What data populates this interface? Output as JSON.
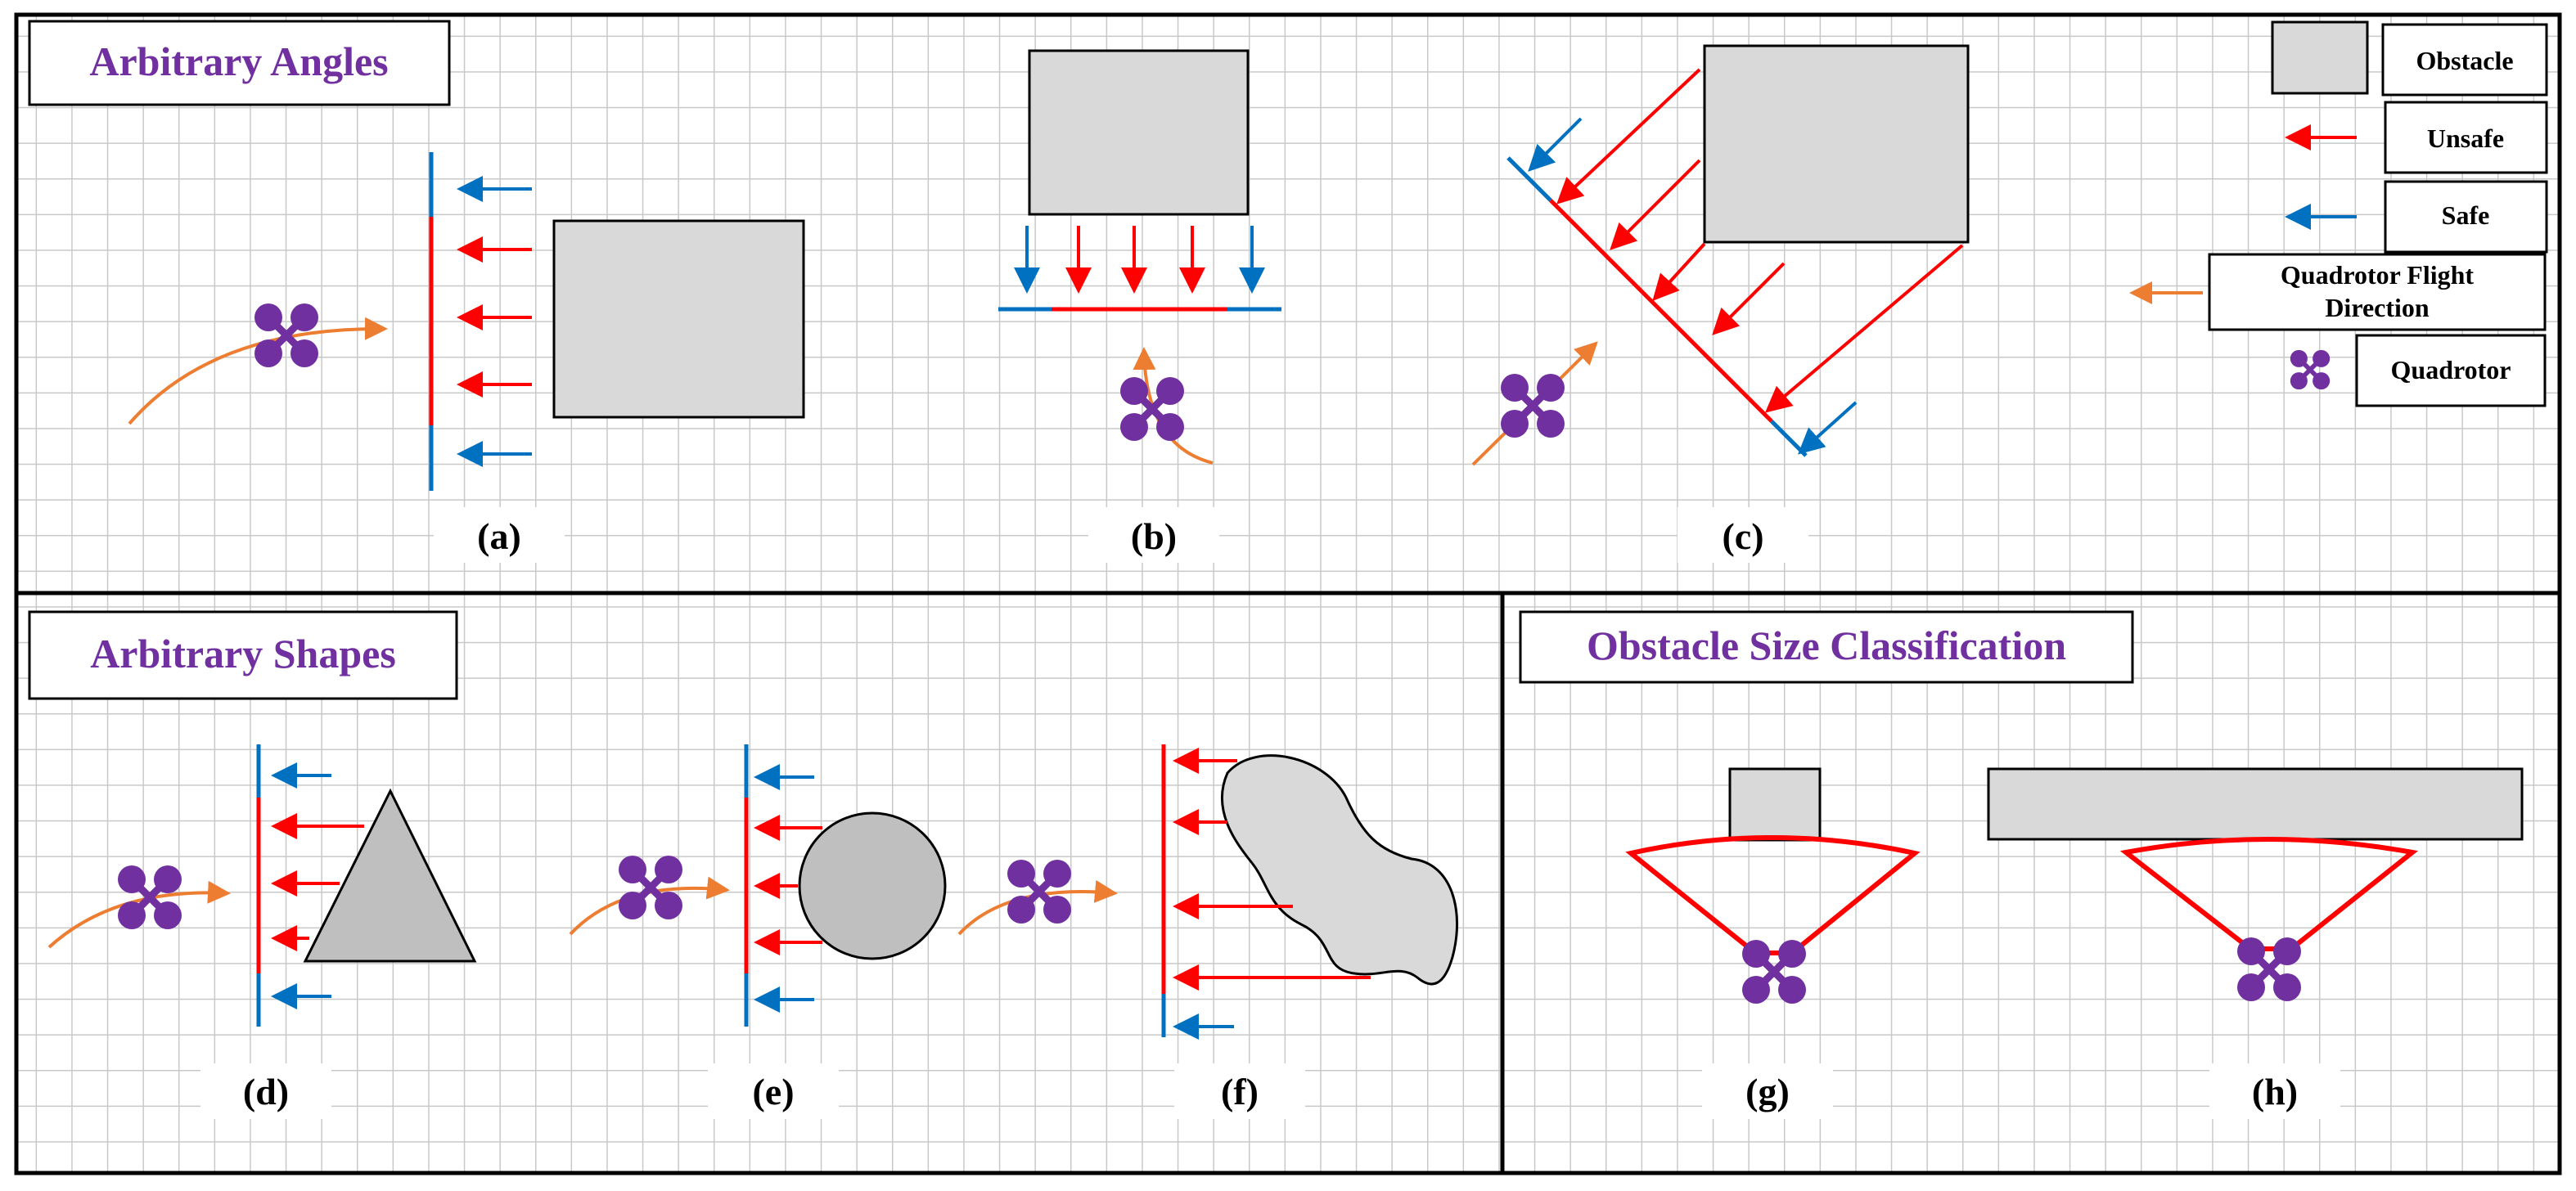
{
  "sections": {
    "angles": {
      "title": "Arbitrary Angles"
    },
    "shapes": {
      "title": "Arbitrary Shapes"
    },
    "size": {
      "title": "Obstacle Size Classification"
    }
  },
  "subfigures": [
    "(a)",
    "(b)",
    "(c)",
    "(d)",
    "(e)",
    "(f)",
    "(g)",
    "(h)"
  ],
  "legend": {
    "obstacle": "Obstacle",
    "unsafe": "Unsafe",
    "safe": "Safe",
    "flight_line1": "Quadrotor Flight",
    "flight_line2": "Direction",
    "quadrotor": "Quadrotor"
  },
  "colors": {
    "title": "#7030a0",
    "obstacle": "#d9d9d9",
    "obstacle_dark": "#bfbfbf",
    "unsafe": "#ff0000",
    "safe": "#0070c0",
    "flight": "#ed7d31",
    "quadrotor": "#7030a0",
    "grid": "#c8c8c8"
  },
  "icons": {
    "quadrotor": "quadrotor-icon",
    "unsafe_arrow": "red-arrow-icon",
    "safe_arrow": "blue-arrow-icon",
    "flight_arrow": "orange-arrow-icon"
  }
}
